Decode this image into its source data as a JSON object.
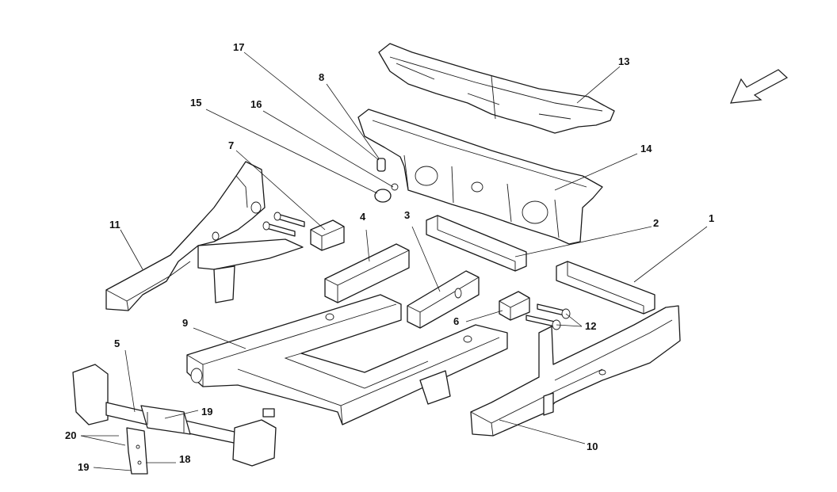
{
  "callouts": {
    "c1": "1",
    "c2": "2",
    "c3": "3",
    "c4": "4",
    "c5": "5",
    "c6": "6",
    "c7": "7",
    "c8": "8",
    "c9": "9",
    "c10": "10",
    "c11": "11",
    "c12": "12",
    "c13": "13",
    "c14": "14",
    "c15": "15",
    "c16": "16",
    "c17": "17",
    "c18": "18",
    "c19a": "19",
    "c19b": "19",
    "c20": "20"
  }
}
